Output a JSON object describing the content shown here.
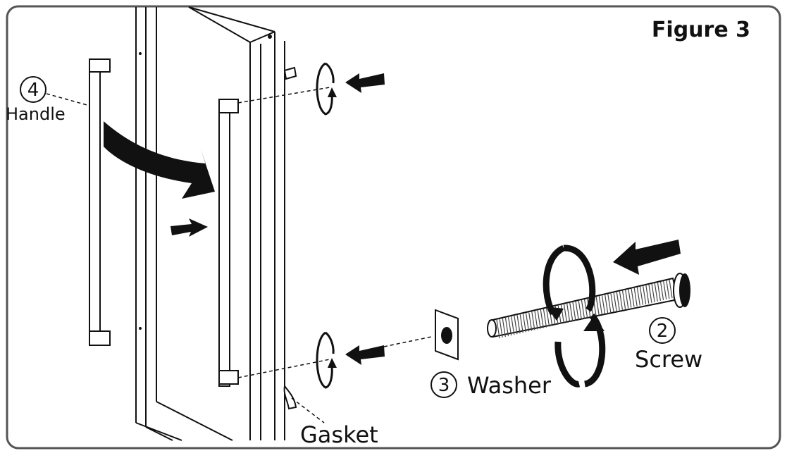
{
  "figure": {
    "title": "Figure 3"
  },
  "callouts": {
    "handle": {
      "number": "4",
      "label": "Handle"
    },
    "screw": {
      "number": "2",
      "label": "Screw"
    },
    "washer": {
      "number": "3",
      "label": "Washer"
    },
    "gasket": {
      "label": "Gasket"
    }
  },
  "colors": {
    "ink": "#111111",
    "background": "#ffffff",
    "frame": "#555555"
  }
}
